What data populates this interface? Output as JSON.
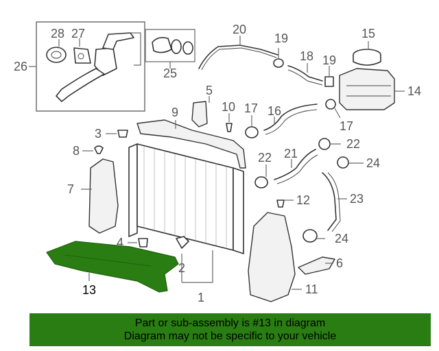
{
  "diagram": {
    "callouts": {
      "c1": "1",
      "c2": "2",
      "c3": "3",
      "c4": "4",
      "c5": "5",
      "c6": "6",
      "c7": "7",
      "c8": "8",
      "c9": "9",
      "c10": "10",
      "c11": "11",
      "c12": "12",
      "c13": "13",
      "c14": "14",
      "c15": "15",
      "c16": "16",
      "c17a": "17",
      "c17b": "17",
      "c18": "18",
      "c19a": "19",
      "c19b": "19",
      "c20": "20",
      "c21": "21",
      "c22a": "22",
      "c22b": "22",
      "c23": "23",
      "c24a": "24",
      "c24b": "24",
      "c25": "25",
      "c26": "26",
      "c27": "27",
      "c28": "28"
    },
    "highlight_color": "#2a7d12"
  },
  "banner": {
    "line1": "Part or sub-assembly is #13 in diagram",
    "line2": "Diagram may not be specific to your vehicle",
    "background": "#2a7d12"
  }
}
